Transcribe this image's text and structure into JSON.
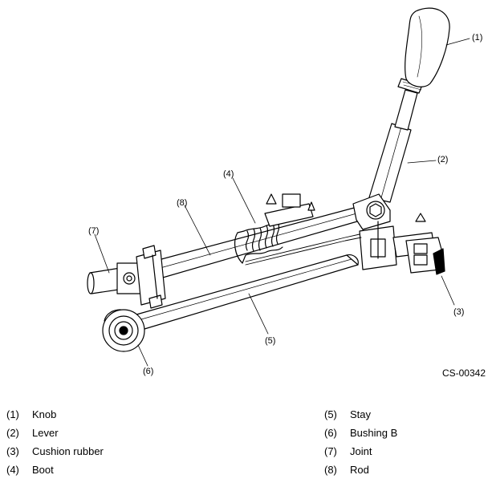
{
  "figure_id": "CS-00342",
  "callouts": [
    "(1)",
    "(2)",
    "(3)",
    "(4)",
    "(5)",
    "(6)",
    "(7)",
    "(8)"
  ],
  "legend": [
    {
      "num": "(1)",
      "label": "Knob"
    },
    {
      "num": "(2)",
      "label": "Lever"
    },
    {
      "num": "(3)",
      "label": "Cushion rubber"
    },
    {
      "num": "(4)",
      "label": "Boot"
    },
    {
      "num": "(5)",
      "label": "Stay"
    },
    {
      "num": "(6)",
      "label": "Bushing B"
    },
    {
      "num": "(7)",
      "label": "Joint"
    },
    {
      "num": "(8)",
      "label": "Rod"
    }
  ]
}
